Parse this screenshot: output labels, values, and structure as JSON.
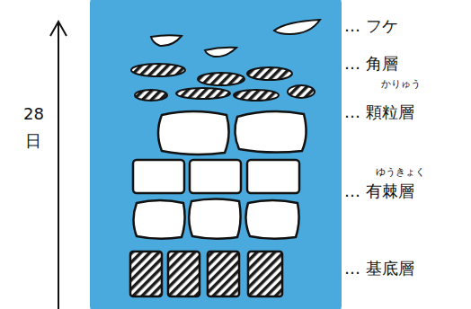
{
  "diagram": {
    "labels": [
      "28",
      "日",
      "… フケ",
      "… 角層",
      "かりゅう",
      "… 顆粒層",
      "ゆうきょく",
      "… 有棘層",
      "… 基底層"
    ]
  }
}
